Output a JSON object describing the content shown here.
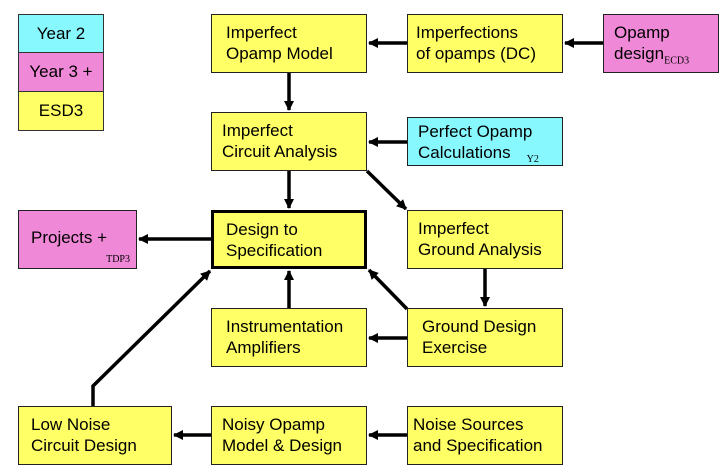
{
  "colors": {
    "year2": "#88f8ff",
    "year3": "#f088d8",
    "esd3": "#ffff66",
    "arrow": "#000000"
  },
  "legend": [
    {
      "label": "Year 2",
      "category": "year2"
    },
    {
      "label": "Year 3 +",
      "category": "year3"
    },
    {
      "label": "ESD3",
      "category": "esd3"
    }
  ],
  "nodes": {
    "imperfect_opamp_model": {
      "line1": "Imperfect",
      "line2": "Opamp Model",
      "category": "esd3"
    },
    "imperfections_of_opamps": {
      "line1": "Imperfections",
      "line2": "of opamps (DC)",
      "category": "esd3"
    },
    "opamp_design": {
      "line1": "Opamp",
      "line2": "design",
      "sub": "ECD3",
      "category": "year3"
    },
    "imperfect_circuit_analysis": {
      "line1": "Imperfect",
      "line2": "Circuit Analysis",
      "category": "esd3"
    },
    "perfect_opamp_calculations": {
      "line1": "Perfect Opamp",
      "line2": "Calculations",
      "sub": "Y2",
      "category": "year2"
    },
    "design_to_specification": {
      "line1": "Design to",
      "line2": "Specification",
      "category": "esd3",
      "emphasis": true
    },
    "projects": {
      "line1": "Projects +",
      "sub": "TDP3",
      "category": "year3"
    },
    "imperfect_ground_analysis": {
      "line1": "Imperfect",
      "line2": "Ground Analysis",
      "category": "esd3"
    },
    "instrumentation_amplifiers": {
      "line1": "Instrumentation",
      "line2": "Amplifiers",
      "category": "esd3"
    },
    "ground_design_exercise": {
      "line1": "Ground Design",
      "line2": "Exercise",
      "category": "esd3"
    },
    "low_noise_circuit_design": {
      "line1": "Low Noise",
      "line2": "Circuit Design",
      "category": "esd3"
    },
    "noisy_opamp_model": {
      "line1": "Noisy Opamp",
      "line2": "Model & Design",
      "category": "esd3"
    },
    "noise_sources": {
      "line1": "Noise Sources",
      "line2": "and Specification",
      "category": "esd3"
    }
  },
  "edges": [
    {
      "from": "opamp_design",
      "to": "imperfections_of_opamps"
    },
    {
      "from": "imperfections_of_opamps",
      "to": "imperfect_opamp_model"
    },
    {
      "from": "imperfect_opamp_model",
      "to": "imperfect_circuit_analysis"
    },
    {
      "from": "perfect_opamp_calculations",
      "to": "imperfect_circuit_analysis"
    },
    {
      "from": "imperfect_circuit_analysis",
      "to": "design_to_specification"
    },
    {
      "from": "imperfect_circuit_analysis",
      "to": "imperfect_ground_analysis"
    },
    {
      "from": "design_to_specification",
      "to": "projects"
    },
    {
      "from": "imperfect_ground_analysis",
      "to": "ground_design_exercise"
    },
    {
      "from": "ground_design_exercise",
      "to": "instrumentation_amplifiers"
    },
    {
      "from": "ground_design_exercise",
      "to": "design_to_specification"
    },
    {
      "from": "instrumentation_amplifiers",
      "to": "design_to_specification"
    },
    {
      "from": "noise_sources",
      "to": "noisy_opamp_model"
    },
    {
      "from": "noisy_opamp_model",
      "to": "low_noise_circuit_design"
    },
    {
      "from": "low_noise_circuit_design",
      "to": "design_to_specification"
    }
  ]
}
